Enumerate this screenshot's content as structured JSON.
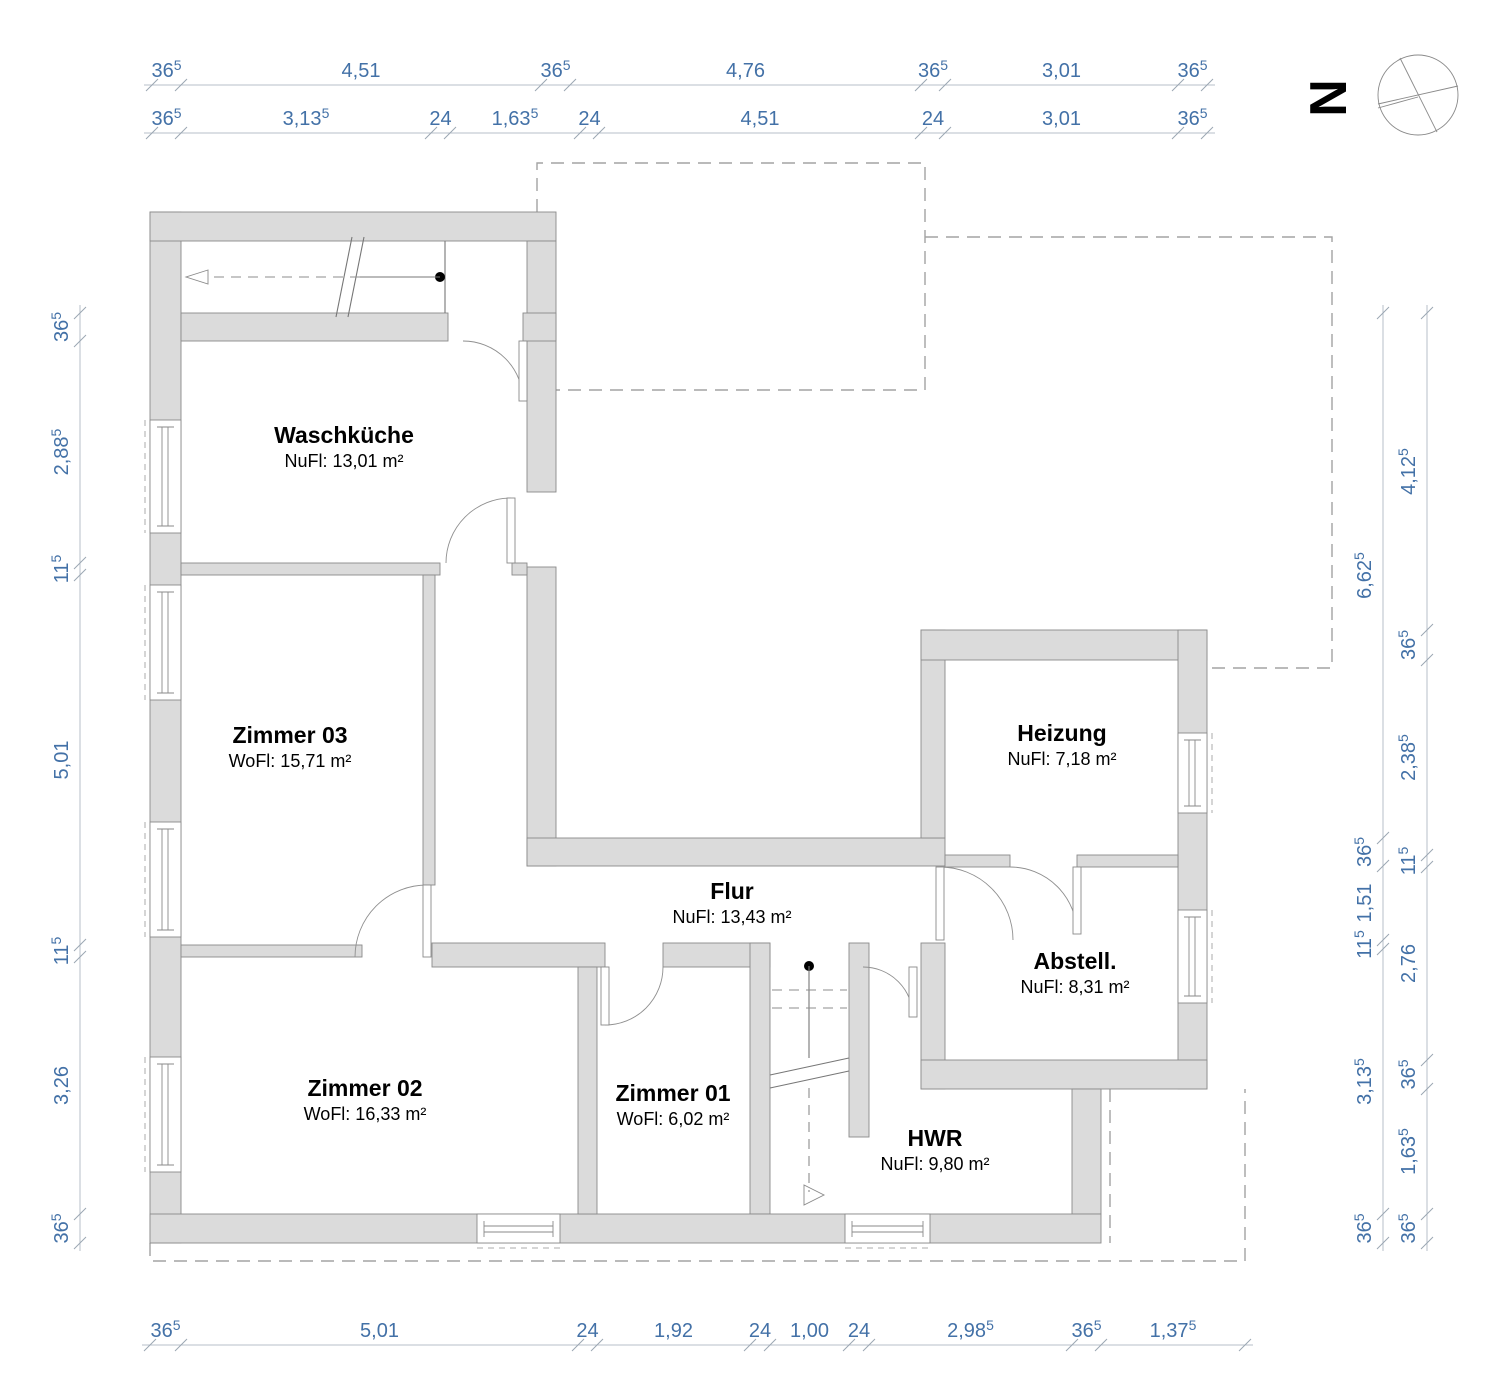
{
  "plan": {
    "rooms": [
      {
        "id": "waschkueche",
        "name": "Waschküche",
        "area": "NuFl: 13,01 m²"
      },
      {
        "id": "zimmer03",
        "name": "Zimmer 03",
        "area": "WoFl: 15,71 m²"
      },
      {
        "id": "zimmer02",
        "name": "Zimmer 02",
        "area": "WoFl: 16,33 m²"
      },
      {
        "id": "zimmer01",
        "name": "Zimmer 01",
        "area": "WoFl: 6,02 m²"
      },
      {
        "id": "flur",
        "name": "Flur",
        "area": "NuFl: 13,43 m²"
      },
      {
        "id": "heizung",
        "name": "Heizung",
        "area": "NuFl: 7,18 m²"
      },
      {
        "id": "abstell",
        "name": "Abstell.",
        "area": "NuFl: 8,31 m²"
      },
      {
        "id": "hwr",
        "name": "HWR",
        "area": "NuFl: 9,80 m²"
      }
    ]
  },
  "north": {
    "label": "N"
  },
  "dimensions": {
    "top_outer": {
      "labels": [
        "36^5",
        "4,51",
        "36^5",
        "4,76",
        "36^5",
        "3,01",
        "36^5"
      ]
    },
    "top_inner": {
      "labels": [
        "36^5",
        "3,13^5",
        "24",
        "1,63^5",
        "24",
        "4,51",
        "24",
        "3,01",
        "36^5"
      ]
    },
    "left": {
      "labels": [
        "36^5",
        "2,88^5",
        "11^5",
        "5,01",
        "11^5",
        "3,26",
        "36^5"
      ]
    },
    "right_inner": {
      "labels": [
        "6,62^5",
        "36^5",
        "1,51",
        "11^5",
        "3,13^5",
        "36^5"
      ]
    },
    "right_outer": {
      "labels": [
        "4,12^5",
        "36^5",
        "2,38^5",
        "11^5",
        "2,76",
        "36^5",
        "1,63^5",
        "36^5"
      ]
    },
    "bottom": {
      "labels": [
        "36^5",
        "5,01",
        "24",
        "1,92",
        "24",
        "1,00",
        "24",
        "2,98^5",
        "36^5",
        "1,37^5"
      ]
    }
  },
  "colors": {
    "dim_text": "#4371a7",
    "wall_fill": "#dbdbdb",
    "wall_stroke": "#8a8a8a",
    "dashed_outline": "#a3a3a3"
  }
}
